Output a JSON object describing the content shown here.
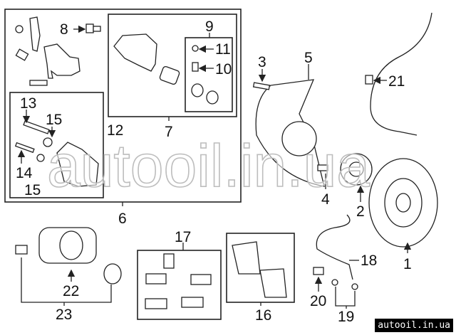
{
  "callouts": {
    "p1": "1",
    "p2": "2",
    "p3": "3",
    "p4": "4",
    "p5": "5",
    "p6": "6",
    "p7": "7",
    "p8": "8",
    "p9": "9",
    "p10": "10",
    "p11": "11",
    "p12": "12",
    "p13": "13",
    "p14": "14",
    "p15a": "15",
    "p15b": "15",
    "p16": "16",
    "p17": "17",
    "p18": "18",
    "p19": "19",
    "p20": "20",
    "p21": "21",
    "p22": "22",
    "p23": "23"
  },
  "watermark": "autooil.in.ua",
  "site_badge": "autooil.in.ua"
}
